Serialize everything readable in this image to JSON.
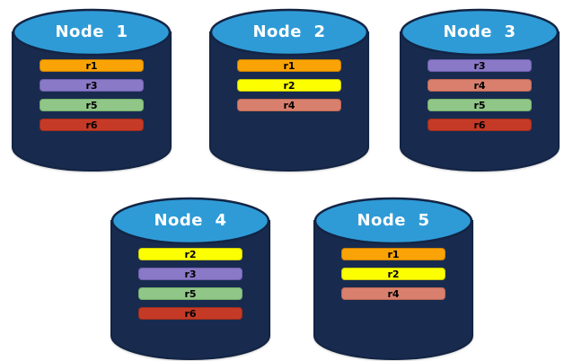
{
  "cylinder": {
    "body_color": "#182B4F",
    "top_color": "#2E9BD7",
    "outline_color": "#132444",
    "label_color": "#FFFFFF"
  },
  "replica_label_color": "#000000",
  "replica_colors": {
    "r1": {
      "fill": "#FAA306",
      "border": "#C97F00"
    },
    "r2": {
      "fill": "#FCFF00",
      "border": "#C9CC00"
    },
    "r3": {
      "fill": "#8979C6",
      "border": "#6F5FB0"
    },
    "r4": {
      "fill": "#D97F6D",
      "border": "#BE6753"
    },
    "r5": {
      "fill": "#90C687",
      "border": "#74AE6A"
    },
    "r6": {
      "fill": "#C53A26",
      "border": "#9E2D1C"
    }
  },
  "nodes": [
    {
      "label": "Node  1",
      "replicas": [
        "r1",
        "r3",
        "r5",
        "r6"
      ]
    },
    {
      "label": "Node  2",
      "replicas": [
        "r1",
        "r2",
        "r4"
      ]
    },
    {
      "label": "Node  3",
      "replicas": [
        "r3",
        "r4",
        "r5",
        "r6"
      ]
    },
    {
      "label": "Node  4",
      "replicas": [
        "r2",
        "r3",
        "r5",
        "r6"
      ]
    },
    {
      "label": "Node  5",
      "replicas": [
        "r1",
        "r2",
        "r4"
      ]
    }
  ]
}
